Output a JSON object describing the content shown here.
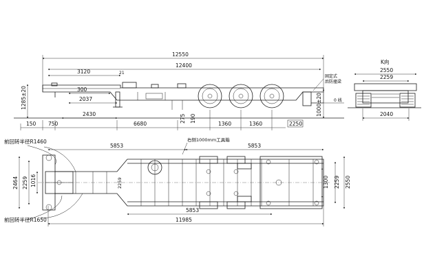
{
  "side_view": {
    "overall_length": "12550",
    "frame_length": "12400",
    "dim_3120": "3120",
    "dim_300": "300",
    "dim_2037": "2037",
    "dim_2430": "2430",
    "dim_21": "21",
    "height_dim": "1285±20",
    "height_rear": "1000±20",
    "axle_ground": "0 线",
    "note_line1": "固定式",
    "note_line2": "后防撞梁",
    "bottom_150": "150",
    "bottom_750": "750",
    "bottom_6680": "6680",
    "bottom_275": "275",
    "bottom_190": "190",
    "bottom_1360a": "1360",
    "bottom_1360b": "1360",
    "bottom_2250": "2250"
  },
  "end_view": {
    "title": "K向",
    "width_top": "2550",
    "width_mid": "2259",
    "width_bottom": "2040"
  },
  "plan_view": {
    "front_radius_1": "前回转半径R1460",
    "front_radius_2": "前回转半径R1650",
    "toolbox_label": "右侧1000mm工具箱",
    "dim_5853_top_left": "5853",
    "dim_5853_top_right": "5853",
    "dim_5853_bottom": "5853",
    "overall_11985": "11985",
    "left_2464": "2464",
    "left_2259": "2259",
    "left_1016": "1016",
    "inner_2259": "2259",
    "right_1300": "1300",
    "right_2259": "2259",
    "right_2550": "2550"
  }
}
